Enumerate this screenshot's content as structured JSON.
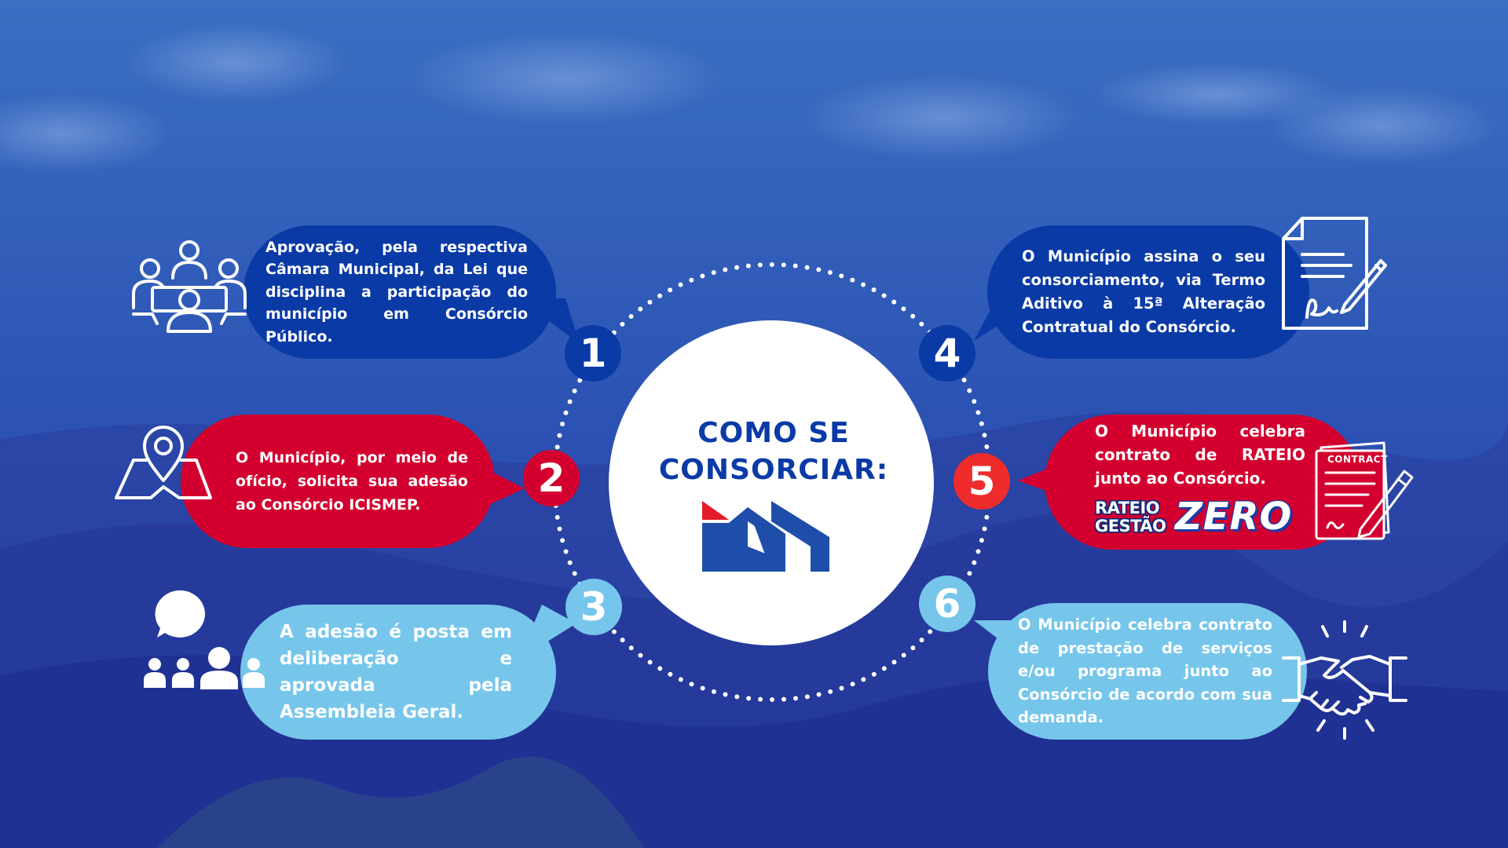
{
  "title": "COMO SE CONSORCIAR:",
  "colors": {
    "dark_blue": "#0a3aa6",
    "red": "#d3002f",
    "light_blue": "#76c6eb",
    "bright_red": "#ef2b2b"
  },
  "steps": [
    {
      "number": "1",
      "text": "Aprovação, pela respectiva Câmara Municipal, da Lei que disciplina a participação do município em Consórcio Público.",
      "icon": "meeting-group-icon"
    },
    {
      "number": "2",
      "text": "O Município, por meio de ofício, solicita sua adesão ao Consórcio ICISMEP.",
      "icon": "map-pin-icon"
    },
    {
      "number": "3",
      "text": "A adesão é posta em deliberação e aprovada pela Assembleia Geral.",
      "icon": "assembly-speech-icon"
    },
    {
      "number": "4",
      "text": "O Município assina o seu consorciamento, via Termo Aditivo à 15ª Alteração Contratual do Consórcio.",
      "icon": "signed-document-icon"
    },
    {
      "number": "5",
      "text": "O Município celebra contrato de RATEIO junto ao Consórcio.",
      "icon": "contract-pen-icon"
    },
    {
      "number": "6",
      "text": "O Município celebra contrato de prestação de serviços e/ou programa junto ao Consórcio de acordo com sua demanda.",
      "icon": "handshake-icon"
    }
  ],
  "badge": {
    "line1": "RATEIO",
    "line2": "GESTÃO",
    "word": "ZERO"
  },
  "contract_label": "CONTRACT"
}
